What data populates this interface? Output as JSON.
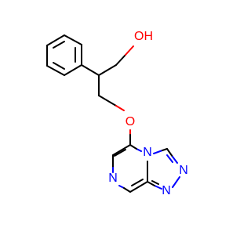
{
  "atoms": {
    "hydroxyl": {
      "label": "OH",
      "color": "#ff0000"
    },
    "ether_oxygen": {
      "label": "O",
      "color": "#ff0000"
    },
    "pyrazine_n_left": {
      "label": "N",
      "color": "#0000ff"
    },
    "bridgehead_n": {
      "label": "N",
      "color": "#0000ff"
    },
    "triazole_n_right": {
      "label": "N",
      "color": "#0000ff"
    },
    "triazole_n_bottom": {
      "label": "N",
      "color": "#0000ff"
    }
  },
  "colors": {
    "bond": "#000000",
    "oxygen": "#ff0000",
    "nitrogen": "#0000ff",
    "background": "#ffffff"
  }
}
